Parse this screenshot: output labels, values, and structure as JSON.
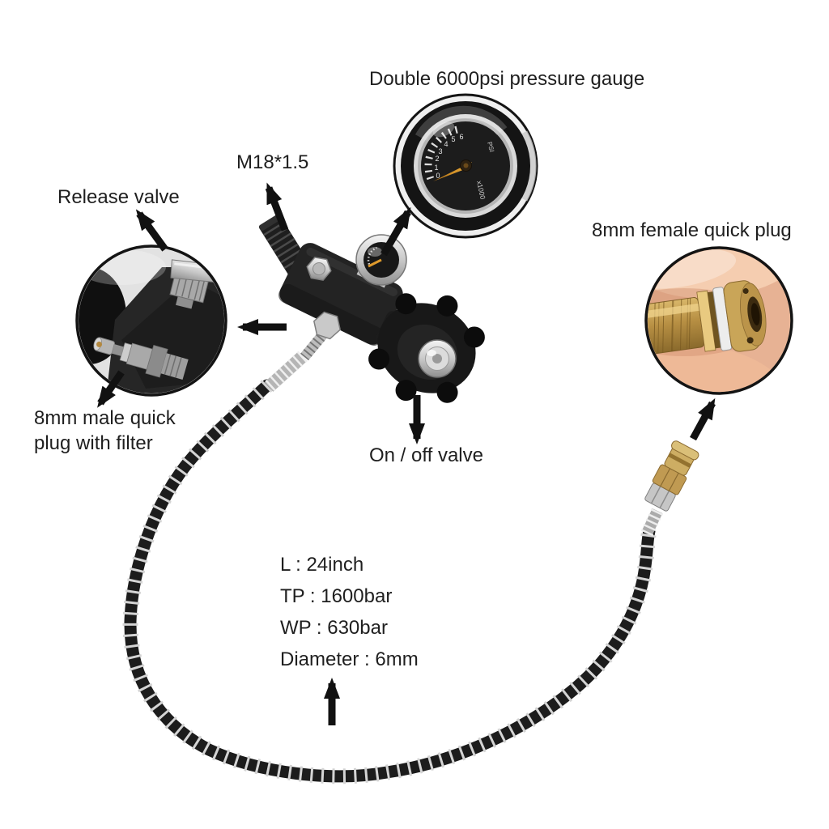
{
  "page": {
    "background": "#ffffff"
  },
  "annotations": {
    "pressure_gauge_label": "Double 6000psi pressure gauge",
    "thread_label": "M18*1.5",
    "release_valve_label": "Release valve",
    "male_plug_label_line1": "8mm male quick",
    "male_plug_label_line2": "plug with filter",
    "on_off_valve_label": "On / off valve",
    "female_plug_label": "8mm female quick plug"
  },
  "specs": {
    "lines": [
      "L : 24inch",
      "TP : 1600bar",
      "WP : 630bar",
      "Diameter : 6mm"
    ]
  },
  "gauge": {
    "dial_numbers": [
      "0",
      "1",
      "2",
      "3",
      "4",
      "5",
      "6"
    ],
    "multiplier_label": "x1000",
    "unit_label": "PSI"
  },
  "colors": {
    "background": "#ffffff",
    "text": "#1f1f1f",
    "arrow": "#111111",
    "needle_orange": "#e09a28",
    "brass": "#bd9551",
    "chrome": "#c9c9c9",
    "hose_black": "#1c1c1c",
    "coil_silver": "#d4d4d4",
    "skin": "#eec0a4"
  }
}
